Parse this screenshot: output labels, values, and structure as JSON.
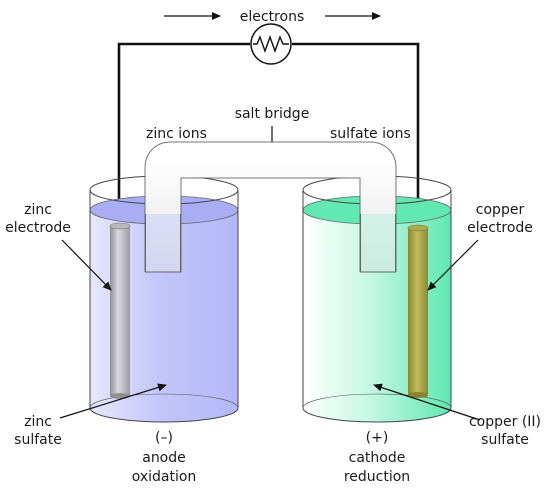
{
  "labels": {
    "electrons": "electrons",
    "salt_bridge": "salt bridge",
    "zinc_ions": "zinc ions",
    "sulfate_ions": "sulfate ions",
    "zinc_electrode_1": "zinc",
    "zinc_electrode_2": "electrode",
    "copper_electrode_1": "copper",
    "copper_electrode_2": "electrode",
    "zinc_sulfate_1": "zinc",
    "zinc_sulfate_2": "sulfate",
    "copper_sulfate_1": "copper (II)",
    "copper_sulfate_2": "sulfate",
    "anode_sign": "(–)",
    "anode": "anode",
    "oxidation": "oxidation",
    "cathode_sign": "(+)",
    "cathode": "cathode",
    "reduction": "reduction"
  },
  "colors": {
    "anode_solution": "#b9bdf7",
    "cathode_solution": "#5fe8b2",
    "copper_rod": "#a9a24a",
    "zinc_rod": "#a8a8ae",
    "wire": "#000000"
  }
}
